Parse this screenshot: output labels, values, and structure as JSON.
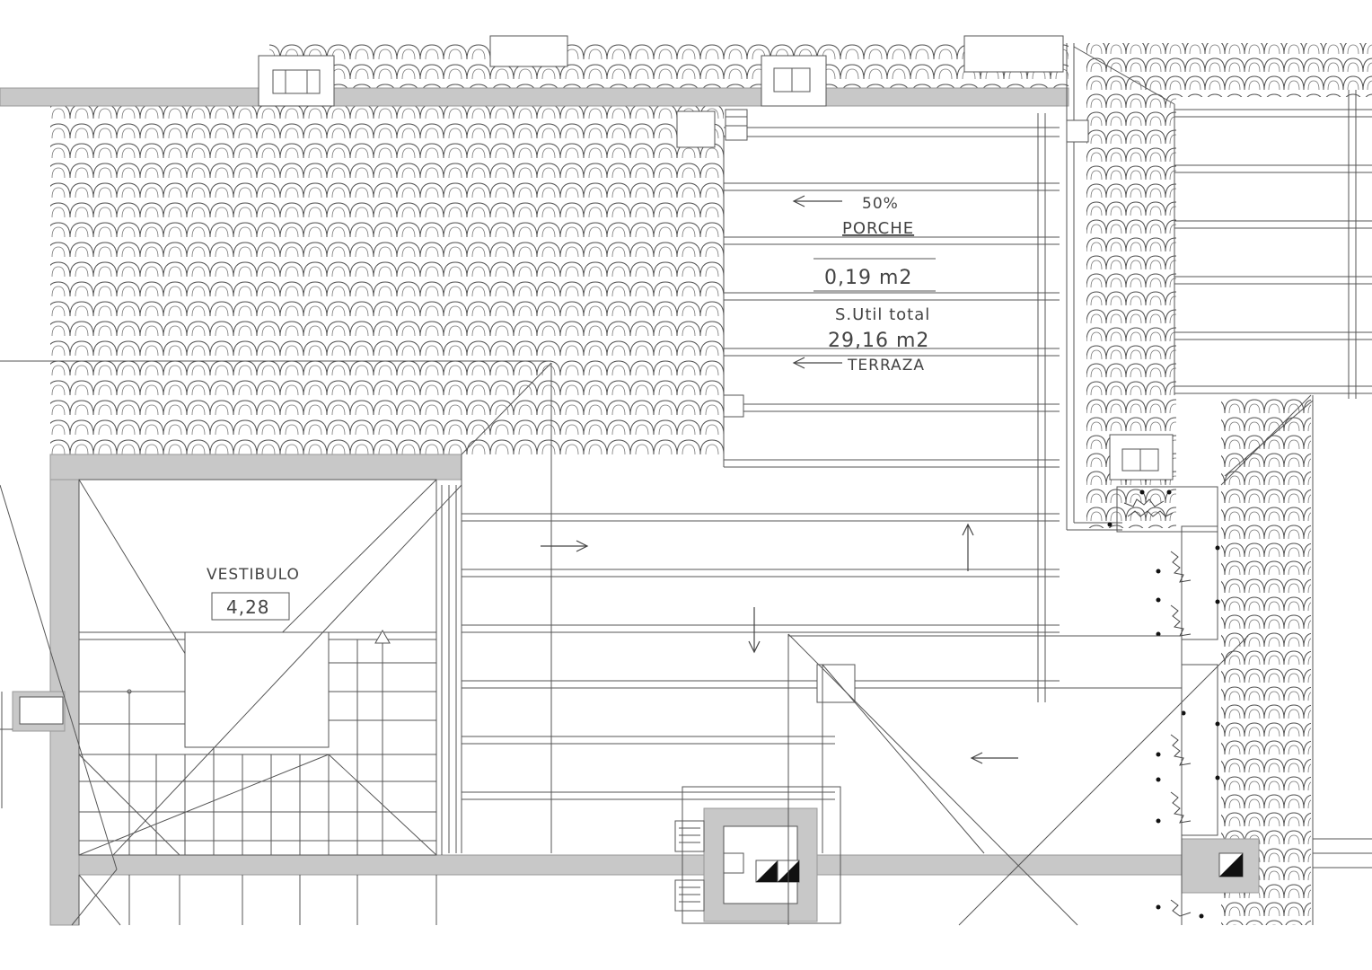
{
  "drawing": {
    "porche": {
      "slope": "50%",
      "name": "PORCHE",
      "area": "0,19  m2"
    },
    "terraza": {
      "total_label": "S.Util  total",
      "total_area": "29,16  m2",
      "name": "TERRAZA"
    },
    "vestibulo": {
      "name": "VESTIBULO",
      "area": "4,28"
    }
  },
  "colors": {
    "wall_fill": "#c8c8c8",
    "line": "#555555",
    "background": "#ffffff"
  }
}
